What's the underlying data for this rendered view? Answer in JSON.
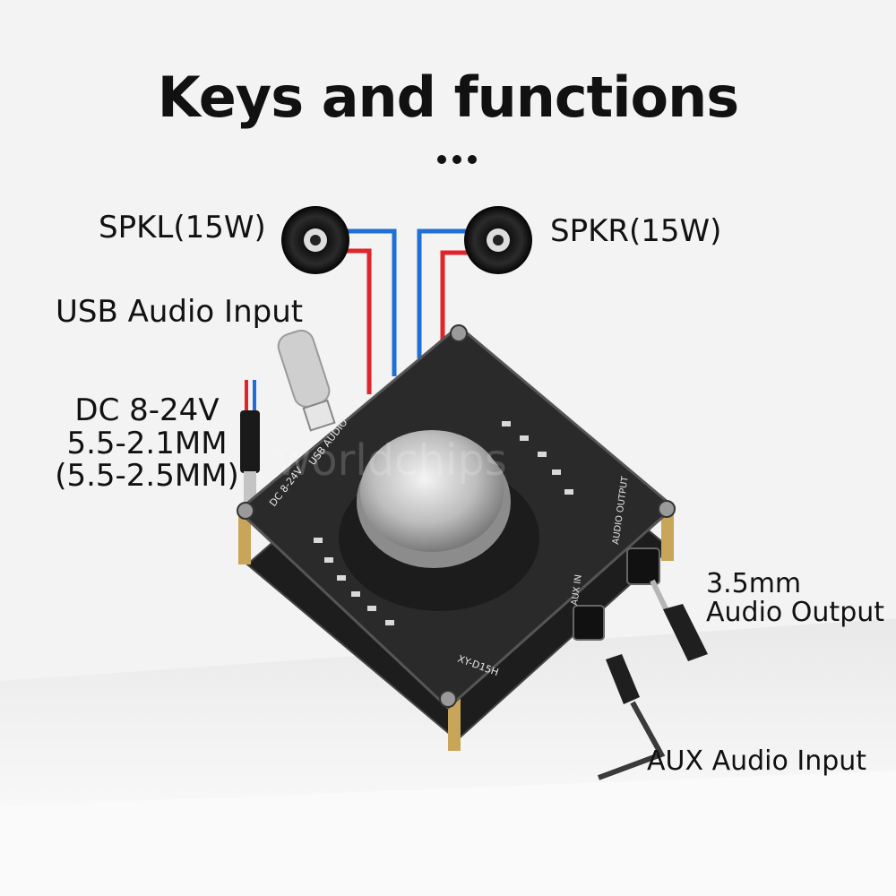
{
  "title": "Keys and functions",
  "labels": {
    "spk_left": "SPKL(15W)",
    "spk_right": "SPKR(15W)",
    "usb_input": "USB Audio Input",
    "dc_line1": "DC 8-24V",
    "dc_line2": "5.5-2.1MM",
    "dc_line3": "(5.5-2.5MM)",
    "out_line1": "3.5mm",
    "out_line2": "Audio Output",
    "aux_input": "AUX Audio Input"
  },
  "board_text": {
    "usb_audio": "USB AUDIO",
    "dc": "DC 8-24V",
    "audio_output": "AUDIO OUTPUT",
    "aux_in": "AUX IN",
    "model": "XY-D15H",
    "watermark": "worldchips"
  },
  "colors": {
    "board": "#2a2a2a",
    "wire_red": "#e0242a",
    "wire_blue": "#1f6fd6",
    "background": "#f2f2f2"
  }
}
